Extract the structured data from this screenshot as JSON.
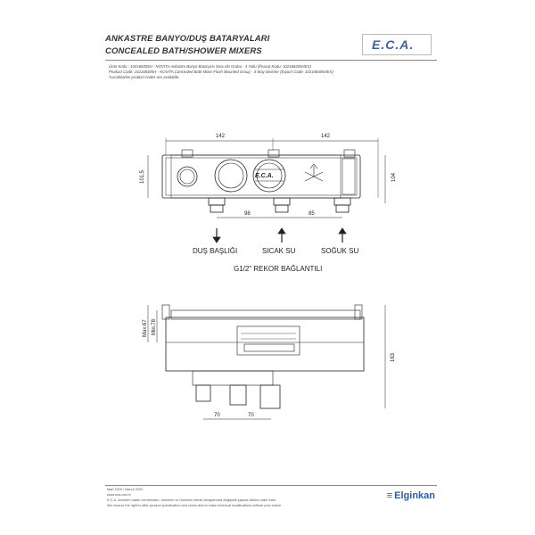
{
  "header": {
    "title_tr": "ANKASTRE BANYO/DUŞ BATARYALARI",
    "title_en": "CONCEALED BATH/SHOWER MIXERS",
    "logo": "E.C.A."
  },
  "meta": {
    "line1": "Ürün Kodu      : 102168305H - NOVITA Ankastre Banyo Bataryası Sıva Altı Grubu - 3 Yollu (İhracat Kodu: 102168305HEX)",
    "line2": "Product Code: 102168305H - NOVITA Concealed Bath Mixer Flush Mounted Group - 3 Way Diverter (Export Code: 102168305HEX)",
    "line3": "*Localization product codes are available."
  },
  "drawing": {
    "front_view": {
      "dim_top_left": "142",
      "dim_top_right": "142",
      "dim_left": "101,5",
      "dim_right": "104",
      "dim_bottom_left": "98",
      "dim_bottom_right": "85",
      "panel_logo": "E.C.A.",
      "label_shower": "DUŞ BAŞLIĞI",
      "label_hot": "SICAK SU",
      "label_cold": "SOĞUK SU",
      "connection": "G1/2\" REKOR BAĞLANTILI"
    },
    "side_view": {
      "dim_max": "Max.67",
      "dim_min": "Min.78",
      "dim_height": "163",
      "dim_bottom_left": "70",
      "dim_bottom_right": "70"
    }
  },
  "footer": {
    "date": "Mart 2020 / March 2020",
    "web": "www.eca.com.tr",
    "note_tr": "E.C.A. önceden haber vermeksizin, ürünlerin ve ürünlerin teknik detaylarında değişiklik yapma hakkını saklı tutar.",
    "note_en": "We reserve the right to alter product specification and colors and to make technical modifications without prior notice.",
    "brand": "Elginkan"
  }
}
